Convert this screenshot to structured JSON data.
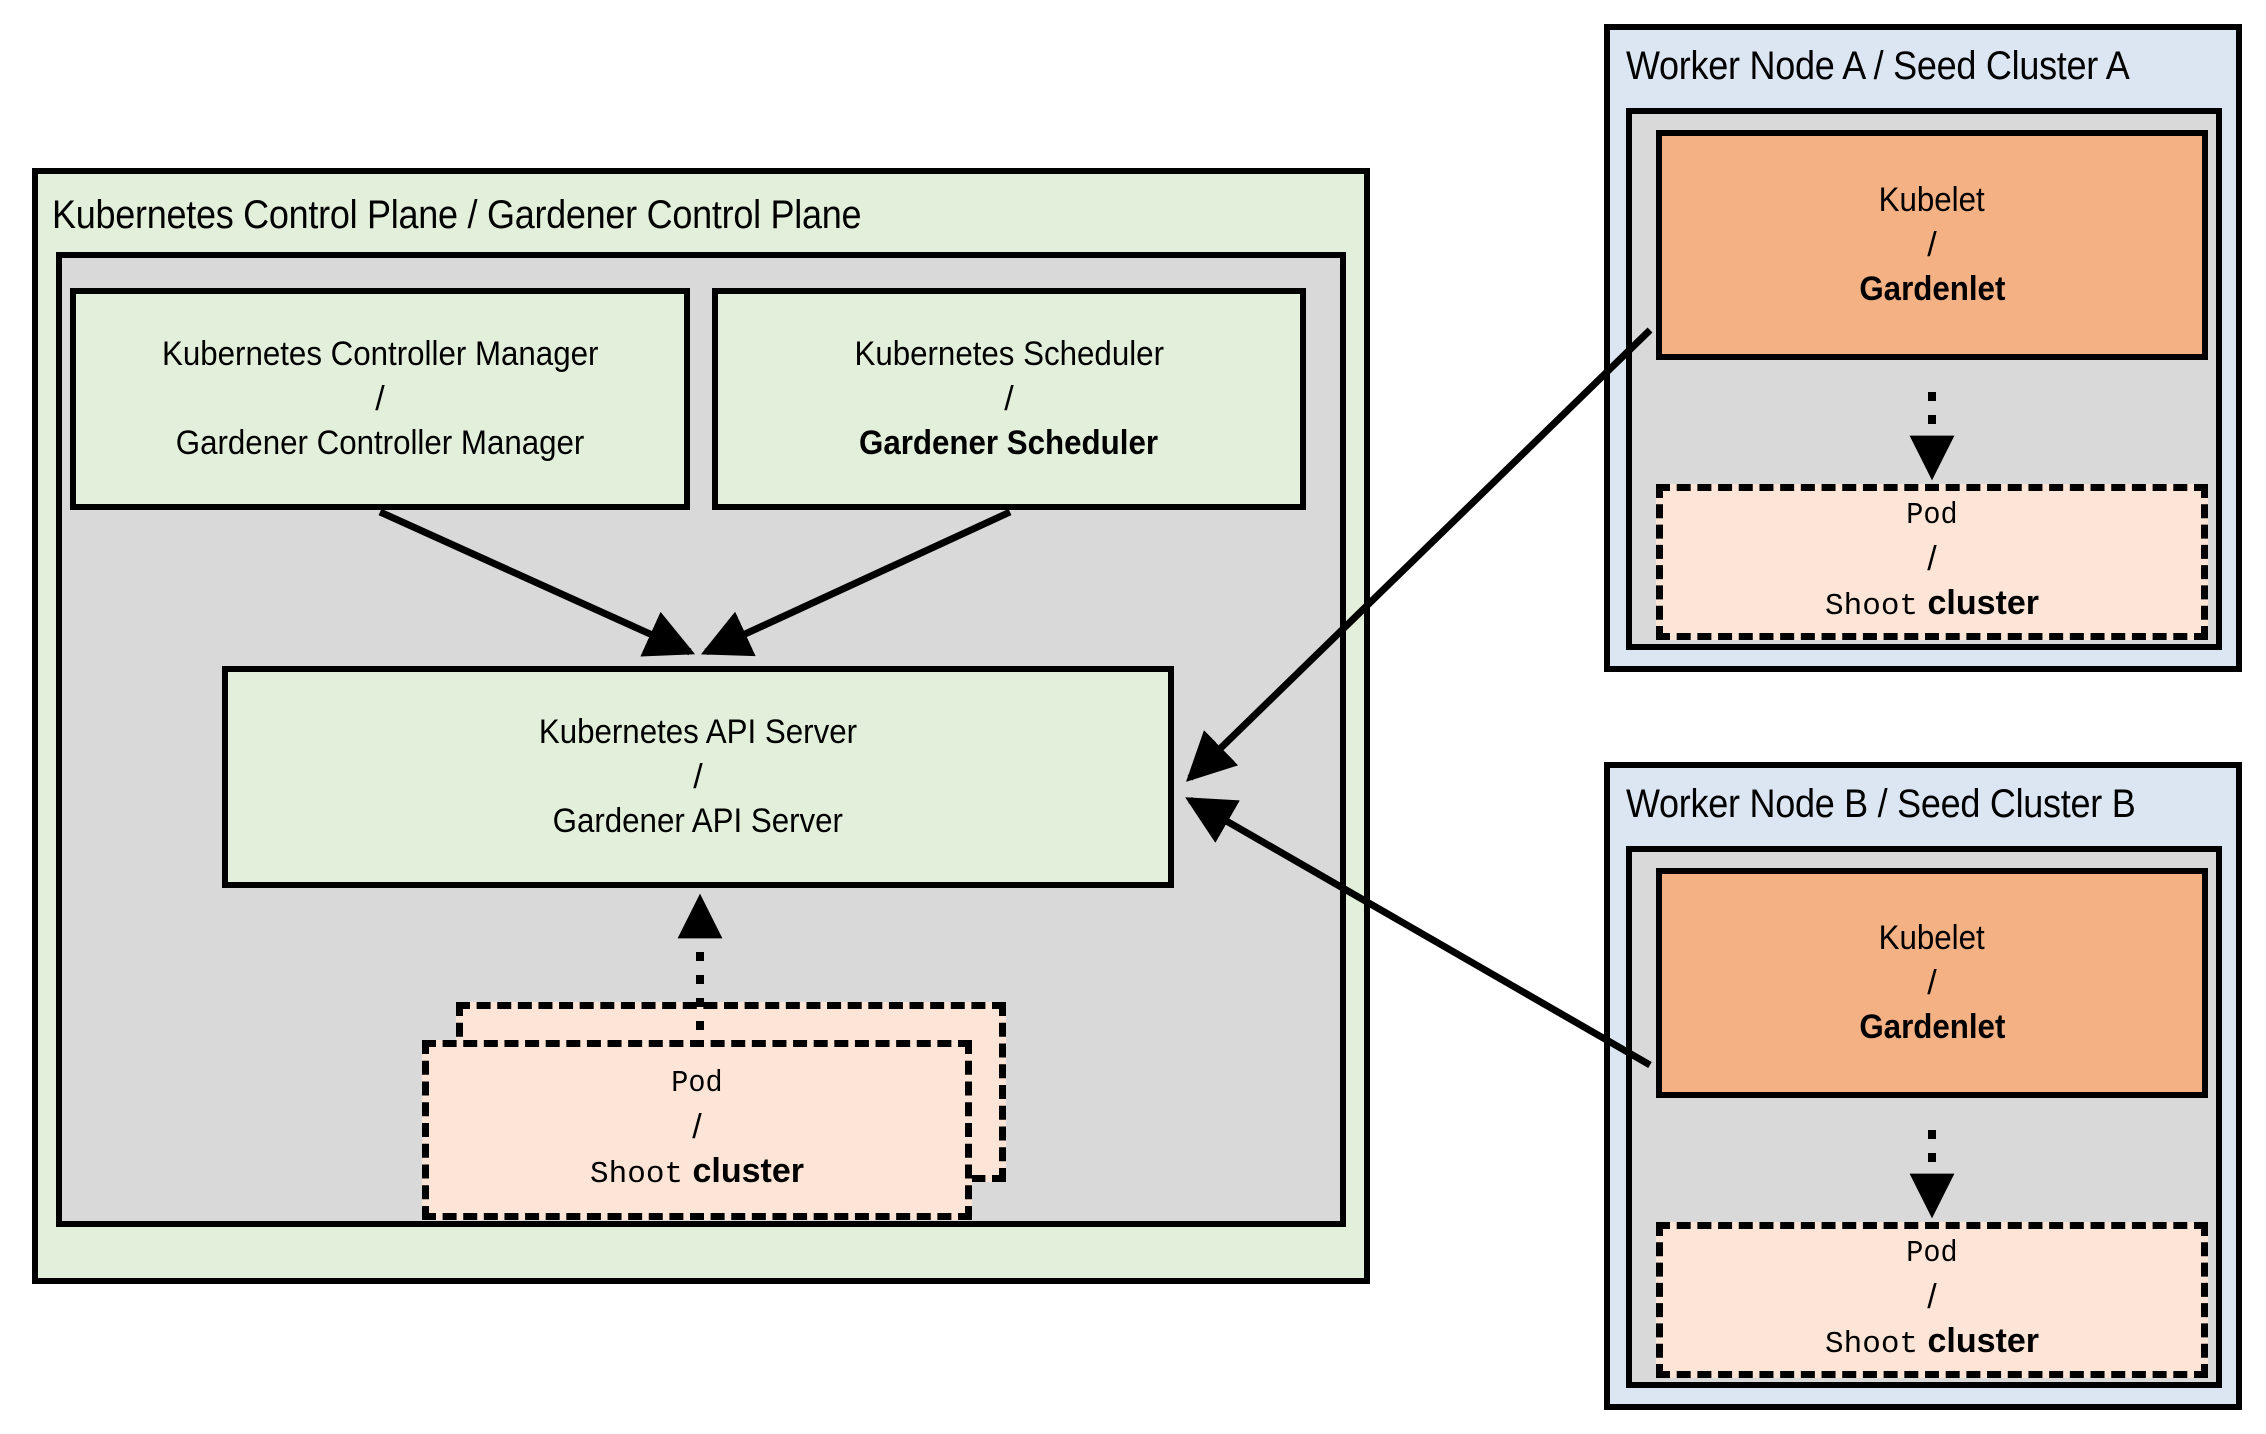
{
  "diagram": {
    "control_plane": {
      "title": "Kubernetes Control Plane / Gardener Control Plane",
      "controller_manager": {
        "line1": "Kubernetes Controller Manager",
        "separator": "/",
        "line2": "Gardener Controller Manager"
      },
      "scheduler": {
        "line1": "Kubernetes Scheduler",
        "separator": "/",
        "line2": "Gardener Scheduler"
      },
      "api_server": {
        "line1": "Kubernetes API Server",
        "separator": "/",
        "line2": "Gardener API Server"
      },
      "pod": {
        "line1": "Pod",
        "separator": "/",
        "line2_mono": "Shoot",
        "line2_bold": "cluster"
      }
    },
    "worker_node_a": {
      "title": "Worker Node A / Seed Cluster A",
      "kubelet": {
        "line1": "Kubelet",
        "separator": "/",
        "line2": "Gardenlet"
      },
      "pod": {
        "line1": "Pod",
        "separator": "/",
        "line2_mono": "Shoot",
        "line2_bold": "cluster"
      }
    },
    "worker_node_b": {
      "title": "Worker Node B / Seed Cluster B",
      "kubelet": {
        "line1": "Kubelet",
        "separator": "/",
        "line2": "Gardenlet"
      },
      "pod": {
        "line1": "Pod",
        "separator": "/",
        "line2_mono": "Shoot",
        "line2_bold": "cluster"
      }
    },
    "colors": {
      "green": "#e2efda",
      "grey": "#d9d9d9",
      "blue": "#dce6f2",
      "orange": "#f4b183",
      "peach": "#fce4d6",
      "stroke": "#000000"
    }
  }
}
